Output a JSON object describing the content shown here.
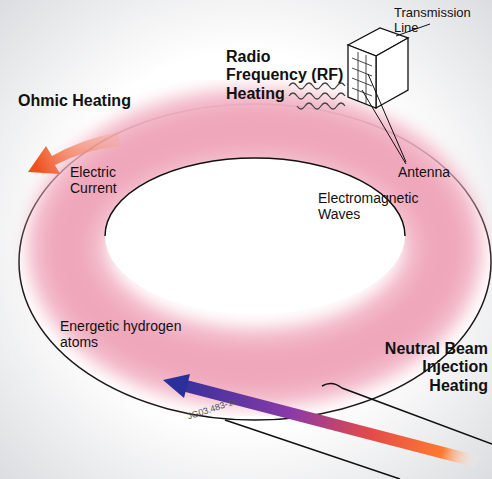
{
  "diagram": {
    "labels": [
      "Transmission Line",
      "Radio Frequency (RF) Heating",
      "Ohmic Heating",
      "Electric Current",
      "Antenna",
      "Electromagnetic Waves",
      "Energetic hydrogen atoms",
      "Neutral Beam Injection Heating",
      "JG03.483-1c"
    ]
  }
}
